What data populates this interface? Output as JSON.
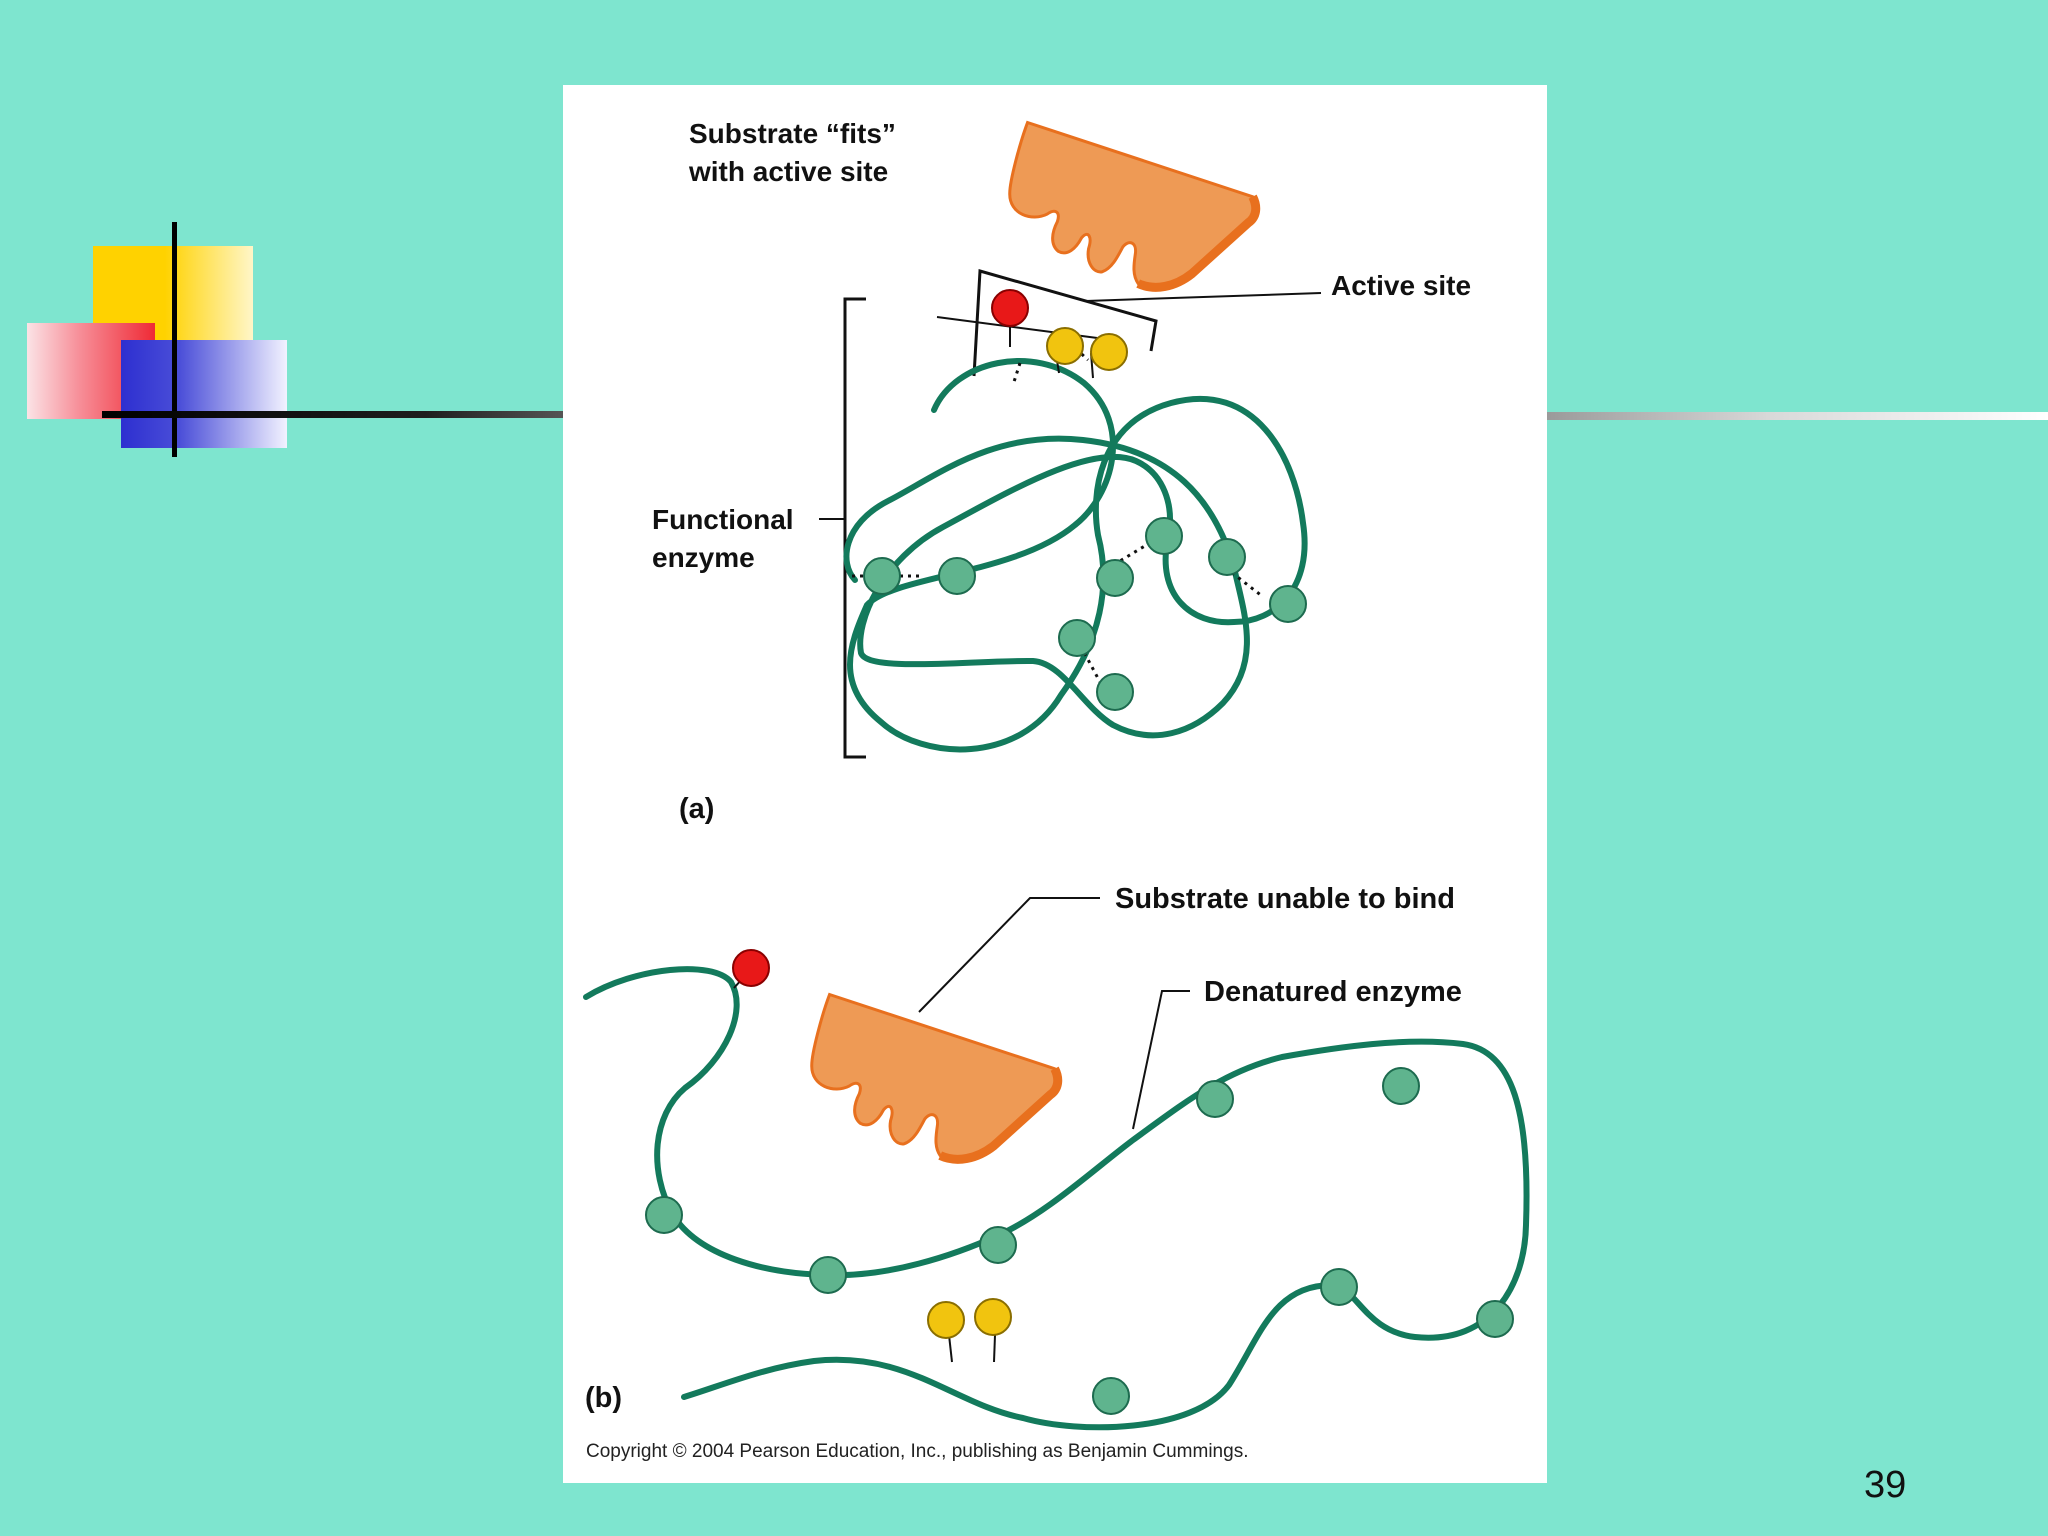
{
  "diagram": {
    "labels": {
      "substrate_fits_line1": "Substrate “fits”",
      "substrate_fits_line2": "with active site",
      "active_site": "Active site",
      "functional_enzyme_line1": "Functional",
      "functional_enzyme_line2": "enzyme",
      "panel_a": "(a)",
      "substrate_unable": "Substrate unable to bind",
      "denatured_enzyme": "Denatured enzyme",
      "panel_b": "(b)"
    },
    "copyright": "Copyright © 2004 Pearson Education, Inc., publishing as Benjamin Cummings."
  },
  "slide": {
    "page_number": "39"
  },
  "colors": {
    "background": "#7ee5cf",
    "strand": "#137a5c",
    "node": "#5fb48e",
    "substrate": "#ee9a55",
    "substrate_edge": "#e8701e",
    "red_group": "#e81818",
    "yellow_group": "#f1c40f"
  }
}
